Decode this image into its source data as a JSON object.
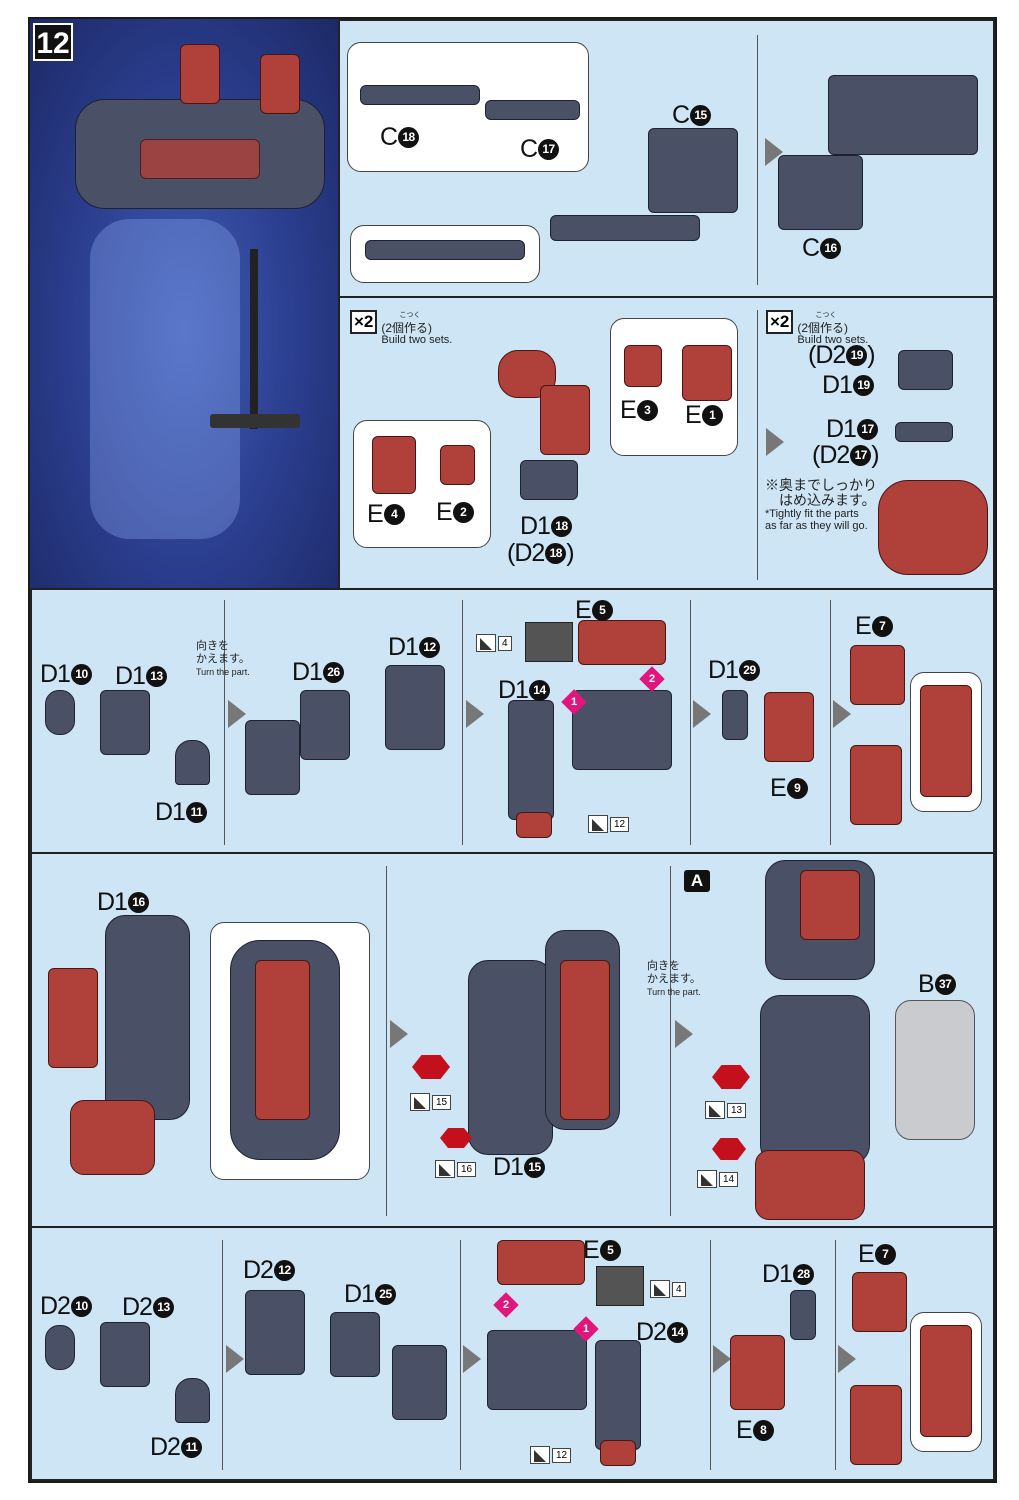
{
  "step_number": "12",
  "build_two_sets": {
    "badge": "×2",
    "ja": "(2個作る)",
    "ruby": "こつく",
    "en": "Build two sets."
  },
  "turn_part": {
    "ja1": "向きを",
    "ja2": "かえます。",
    "en": "Turn the part."
  },
  "fit_note": {
    "ja1": "※奥までしっかり",
    "ja2": "はめ込みます。",
    "en": "*Tightly fit the parts as far as they will go."
  },
  "section_marker": "A",
  "row1": {
    "labels": [
      {
        "p": "C",
        "n": "18"
      },
      {
        "p": "C",
        "n": "17"
      },
      {
        "p": "C",
        "n": "15"
      },
      {
        "p": "C",
        "n": "16"
      }
    ]
  },
  "row2": {
    "labels": [
      {
        "p": "E",
        "n": "3"
      },
      {
        "p": "E",
        "n": "1"
      },
      {
        "p": "E",
        "n": "4"
      },
      {
        "p": "E",
        "n": "2"
      },
      {
        "p": "D1",
        "n": "18"
      },
      {
        "p": "(D2",
        "n": "18",
        "s": ")"
      },
      {
        "p": "(D2",
        "n": "19",
        "s": ")"
      },
      {
        "p": "D1",
        "n": "19"
      },
      {
        "p": "D1",
        "n": "17"
      },
      {
        "p": "(D2",
        "n": "17",
        "s": ")"
      }
    ]
  },
  "row3": {
    "labels": [
      {
        "p": "D1",
        "n": "10"
      },
      {
        "p": "D1",
        "n": "13"
      },
      {
        "p": "D1",
        "n": "11"
      },
      {
        "p": "D1",
        "n": "26"
      },
      {
        "p": "D1",
        "n": "12"
      },
      {
        "p": "E",
        "n": "5"
      },
      {
        "p": "D1",
        "n": "14"
      },
      {
        "p": "D1",
        "n": "29"
      },
      {
        "p": "E",
        "n": "9"
      },
      {
        "p": "E",
        "n": "7"
      }
    ],
    "tags": [
      "4",
      "12"
    ],
    "marks": [
      "1",
      "2"
    ]
  },
  "row4": {
    "labels": [
      {
        "p": "D1",
        "n": "16"
      },
      {
        "p": "D1",
        "n": "15"
      },
      {
        "p": "B",
        "n": "37"
      }
    ],
    "tags": [
      "15",
      "16",
      "13",
      "14"
    ]
  },
  "row5": {
    "labels": [
      {
        "p": "D2",
        "n": "10"
      },
      {
        "p": "D2",
        "n": "13"
      },
      {
        "p": "D2",
        "n": "11"
      },
      {
        "p": "D2",
        "n": "12"
      },
      {
        "p": "D1",
        "n": "25"
      },
      {
        "p": "E",
        "n": "5"
      },
      {
        "p": "D2",
        "n": "14"
      },
      {
        "p": "D1",
        "n": "28"
      },
      {
        "p": "E",
        "n": "8"
      },
      {
        "p": "E",
        "n": "7"
      }
    ],
    "tags": [
      "4",
      "12"
    ],
    "marks": [
      "2",
      "1"
    ]
  }
}
